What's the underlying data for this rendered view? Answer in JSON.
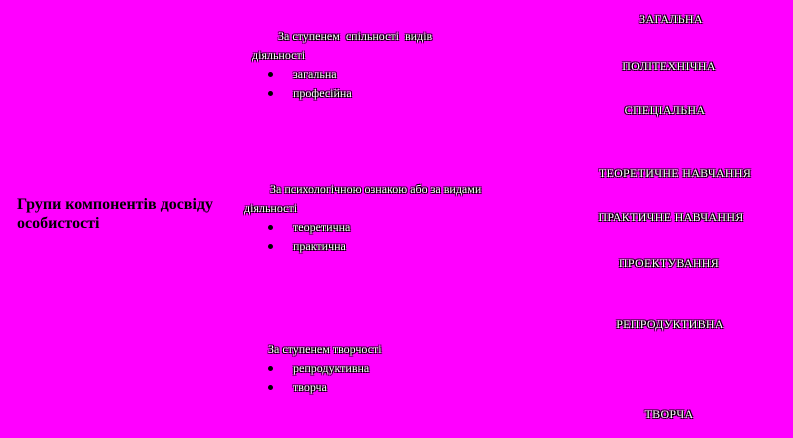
{
  "main_title": "Групи компонентів досвіду особистості",
  "groups": [
    {
      "heading": "За ступенем  спільності  видів діяльності",
      "items": [
        "загальна",
        "професійна"
      ]
    },
    {
      "heading": "За психологічною ознакою або за видами діяльності",
      "items": [
        "теоретична",
        "практична"
      ]
    },
    {
      "heading": "За ступенем творчості",
      "items": [
        "репродуктивна",
        "творча"
      ]
    }
  ],
  "right_labels": [
    "ЗАГАЛЬНА",
    "ПОЛІТЕХНІЧНА",
    "СПЕЦІАЛЬНА",
    "ТЕОРЕТИЧНЕ НАВЧАННЯ",
    "ПРАКТИЧНЕ НАВЧАННЯ",
    "ПРОЕКТУВАННЯ",
    "РЕПРОДУКТИВНА",
    "ТВОРЧА"
  ],
  "colors": {
    "background": "#ff00ff",
    "text_outline": "#000000",
    "text_fill": "#ffffff"
  }
}
